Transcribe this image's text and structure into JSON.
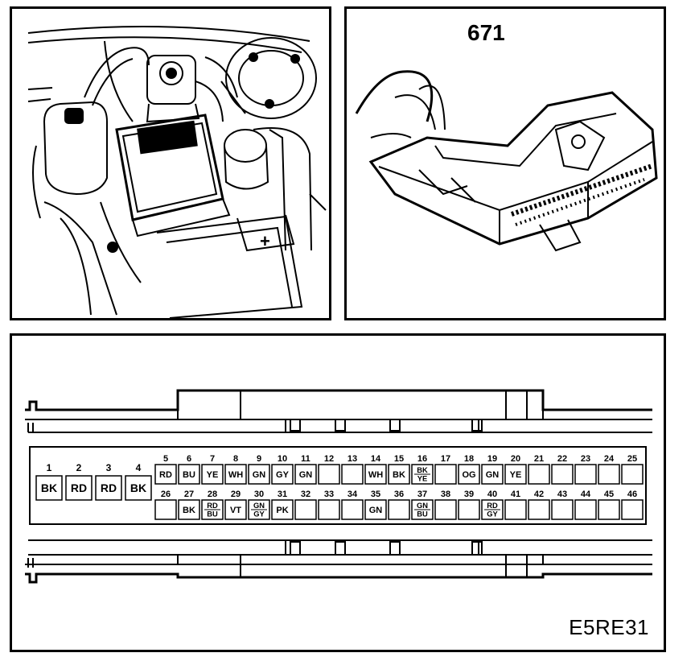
{
  "unit_number": "671",
  "diagram_code": "E5RE31",
  "engine_bay": {
    "battery_symbol": "+"
  },
  "connector": {
    "large_pins": [
      {
        "num": "1",
        "color": "BK"
      },
      {
        "num": "2",
        "color": "RD"
      },
      {
        "num": "3",
        "color": "RD"
      },
      {
        "num": "4",
        "color": "BK"
      }
    ],
    "top_row": [
      {
        "num": "5",
        "color": [
          "RD"
        ]
      },
      {
        "num": "6",
        "color": [
          "BU"
        ]
      },
      {
        "num": "7",
        "color": [
          "YE"
        ]
      },
      {
        "num": "8",
        "color": [
          "WH"
        ]
      },
      {
        "num": "9",
        "color": [
          "GN"
        ]
      },
      {
        "num": "10",
        "color": [
          "GY"
        ]
      },
      {
        "num": "11",
        "color": [
          "GN"
        ]
      },
      {
        "num": "12",
        "color": []
      },
      {
        "num": "13",
        "color": []
      },
      {
        "num": "14",
        "color": [
          "WH"
        ]
      },
      {
        "num": "15",
        "color": [
          "BK"
        ]
      },
      {
        "num": "16",
        "color": [
          "BK",
          "YE"
        ]
      },
      {
        "num": "17",
        "color": []
      },
      {
        "num": "18",
        "color": [
          "OG"
        ]
      },
      {
        "num": "19",
        "color": [
          "GN"
        ]
      },
      {
        "num": "20",
        "color": [
          "YE"
        ]
      },
      {
        "num": "21",
        "color": []
      },
      {
        "num": "22",
        "color": []
      },
      {
        "num": "23",
        "color": []
      },
      {
        "num": "24",
        "color": []
      },
      {
        "num": "25",
        "color": []
      }
    ],
    "bottom_row": [
      {
        "num": "26",
        "color": []
      },
      {
        "num": "27",
        "color": [
          "BK"
        ]
      },
      {
        "num": "28",
        "color": [
          "RD",
          "BU"
        ]
      },
      {
        "num": "29",
        "color": [
          "VT"
        ]
      },
      {
        "num": "30",
        "color": [
          "GN",
          "GY"
        ]
      },
      {
        "num": "31",
        "color": [
          "PK"
        ]
      },
      {
        "num": "32",
        "color": []
      },
      {
        "num": "33",
        "color": []
      },
      {
        "num": "34",
        "color": []
      },
      {
        "num": "35",
        "color": [
          "GN"
        ]
      },
      {
        "num": "36",
        "color": []
      },
      {
        "num": "37",
        "color": [
          "GN",
          "BU"
        ]
      },
      {
        "num": "38",
        "color": []
      },
      {
        "num": "39",
        "color": []
      },
      {
        "num": "40",
        "color": [
          "RD",
          "GY"
        ]
      },
      {
        "num": "41",
        "color": []
      },
      {
        "num": "42",
        "color": []
      },
      {
        "num": "43",
        "color": []
      },
      {
        "num": "44",
        "color": []
      },
      {
        "num": "45",
        "color": []
      },
      {
        "num": "46",
        "color": []
      }
    ]
  }
}
